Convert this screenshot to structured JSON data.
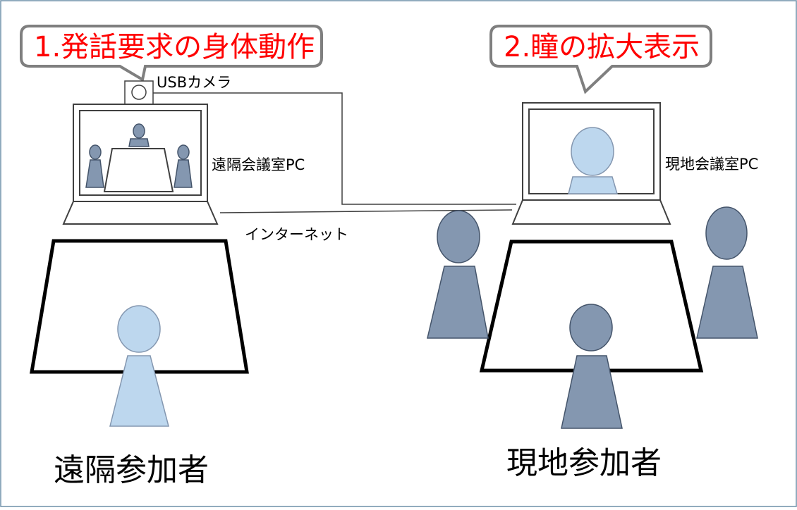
{
  "callouts": {
    "step1": "1.発話要求の身体動作",
    "step2": "2.瞳の拡大表示"
  },
  "labels": {
    "usb_camera": "USBカメラ",
    "remote_pc": "遠隔会議室PC",
    "local_pc": "現地会議室PC",
    "internet": "インターネット",
    "remote_participant": "遠隔参加者",
    "local_participants": "現地参加者"
  },
  "colors": {
    "callout_text": "#ff0000",
    "callout_border": "#7f7f7f",
    "person_dark_fill": "#8497b0",
    "person_dark_stroke": "#44546a",
    "person_light_fill": "#bdd7ee",
    "line": "#404040",
    "frame": "#6d8fa8"
  }
}
